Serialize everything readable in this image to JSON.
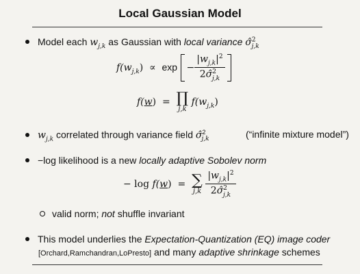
{
  "slide": {
    "title": "Local Gaussian Model",
    "bullets": {
      "b1_prefix": "Model each ",
      "b1_middle": " as Gaussian with ",
      "b1_em": "local variance",
      "b2_text": " correlated through variance field ",
      "b2_note": "(“infinite mixture model”)",
      "b3_prefix": "−log likelihood is a new ",
      "b3_em": "locally adaptive Sobolev norm",
      "sub_text": "valid norm;  ",
      "sub_em": "not",
      "sub_rest": " shuffle invariant",
      "b4_prefix": "This model underlies the ",
      "b4_em": "Expectation-Quantization (EQ) image coder",
      "b4_cite": "[Orchard,Ramchandran,LoPresto]",
      "b4_mid": " and many ",
      "b4_em2": "adaptive shrinkage",
      "b4_end": " schemes"
    },
    "math": {
      "w": "w",
      "jk": "j,k",
      "sigma_hat": "σ̂",
      "two": "2",
      "f": "f",
      "f_open": "f(",
      "close": ")",
      "propto": "∝",
      "exp": "exp",
      "minus": "−",
      "abs_open": "|",
      "abs_close": "|",
      "num_sup": "2",
      "den": "2",
      "equals": "=",
      "prod": "∏",
      "sum": "∑",
      "w_under": "w",
      "neg_log": "− log "
    }
  }
}
